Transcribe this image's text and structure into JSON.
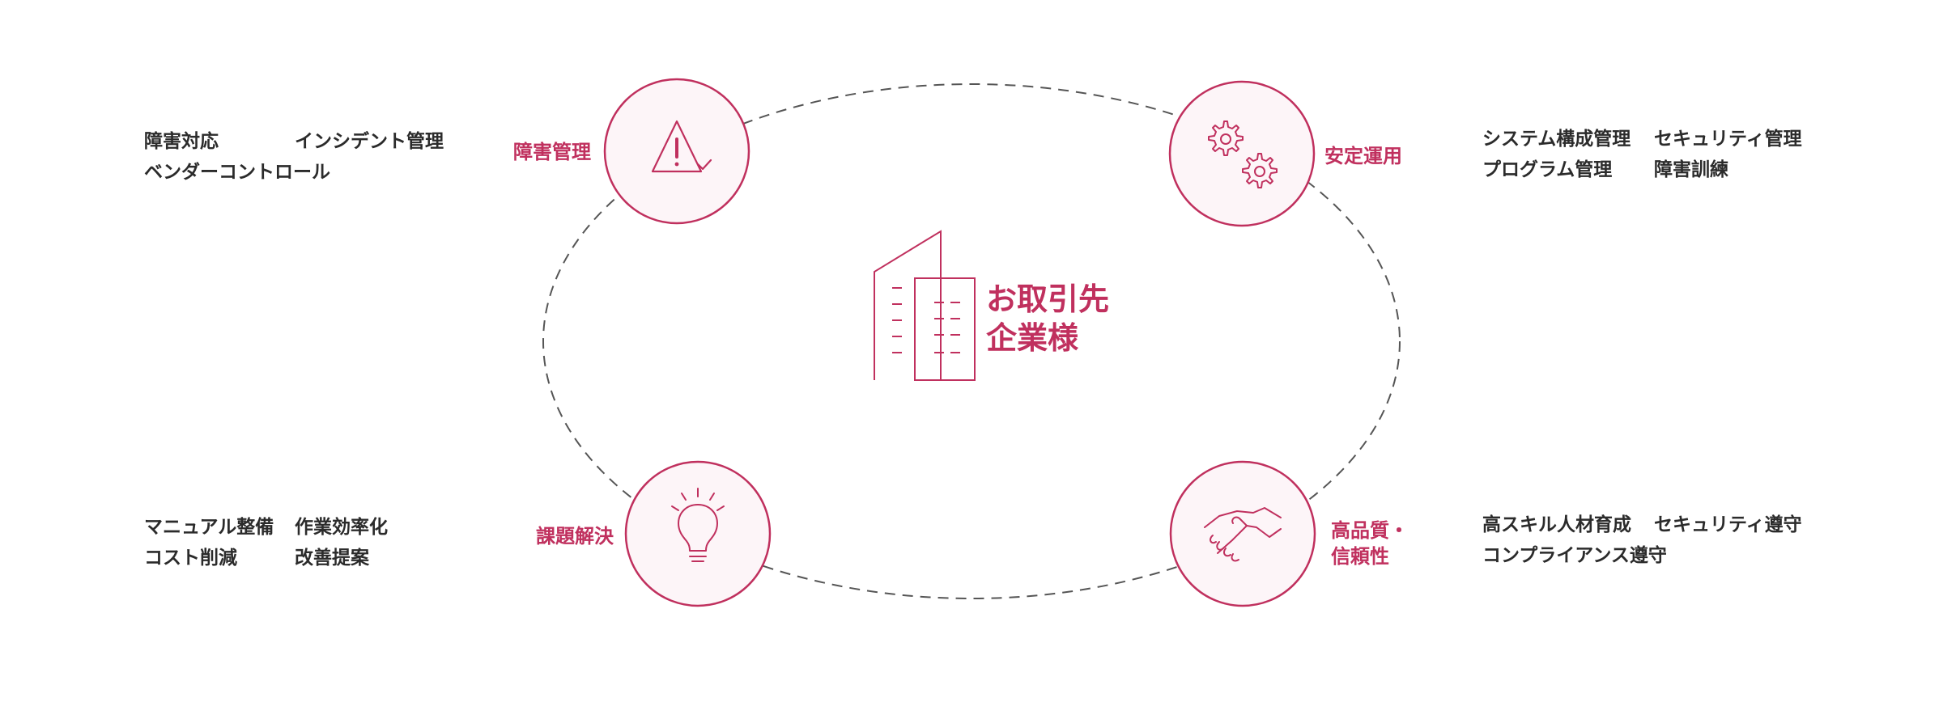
{
  "center": {
    "line1": "お取引先",
    "line2": "企業様"
  },
  "nodes": [
    {
      "id": "incident",
      "label": "障害管理",
      "icon": "warning-check-icon",
      "desc": [
        [
          "障害対応",
          "インシデント管理"
        ],
        [
          "ベンダーコントロール",
          ""
        ]
      ]
    },
    {
      "id": "stable",
      "label": "安定運用",
      "icon": "gears-icon",
      "desc": [
        [
          "システム構成管理",
          "セキュリティ管理"
        ],
        [
          "プログラム管理",
          "障害訓練"
        ]
      ]
    },
    {
      "id": "problem",
      "label": "課題解決",
      "icon": "lightbulb-icon",
      "desc": [
        [
          "マニュアル整備",
          "作業効率化"
        ],
        [
          "コスト削減",
          "改善提案"
        ]
      ]
    },
    {
      "id": "quality",
      "label_lines": [
        "高品質・",
        "信頼性"
      ],
      "icon": "handshake-icon",
      "desc": [
        [
          "高スキル人材育成",
          "セキュリティ遵守"
        ],
        [
          "コンプライアンス遵守",
          ""
        ]
      ]
    }
  ],
  "colors": {
    "accent": "#c0305e",
    "circle_fill": "#fdf5f8",
    "dash": "#555555",
    "text": "#2b2b2b"
  }
}
